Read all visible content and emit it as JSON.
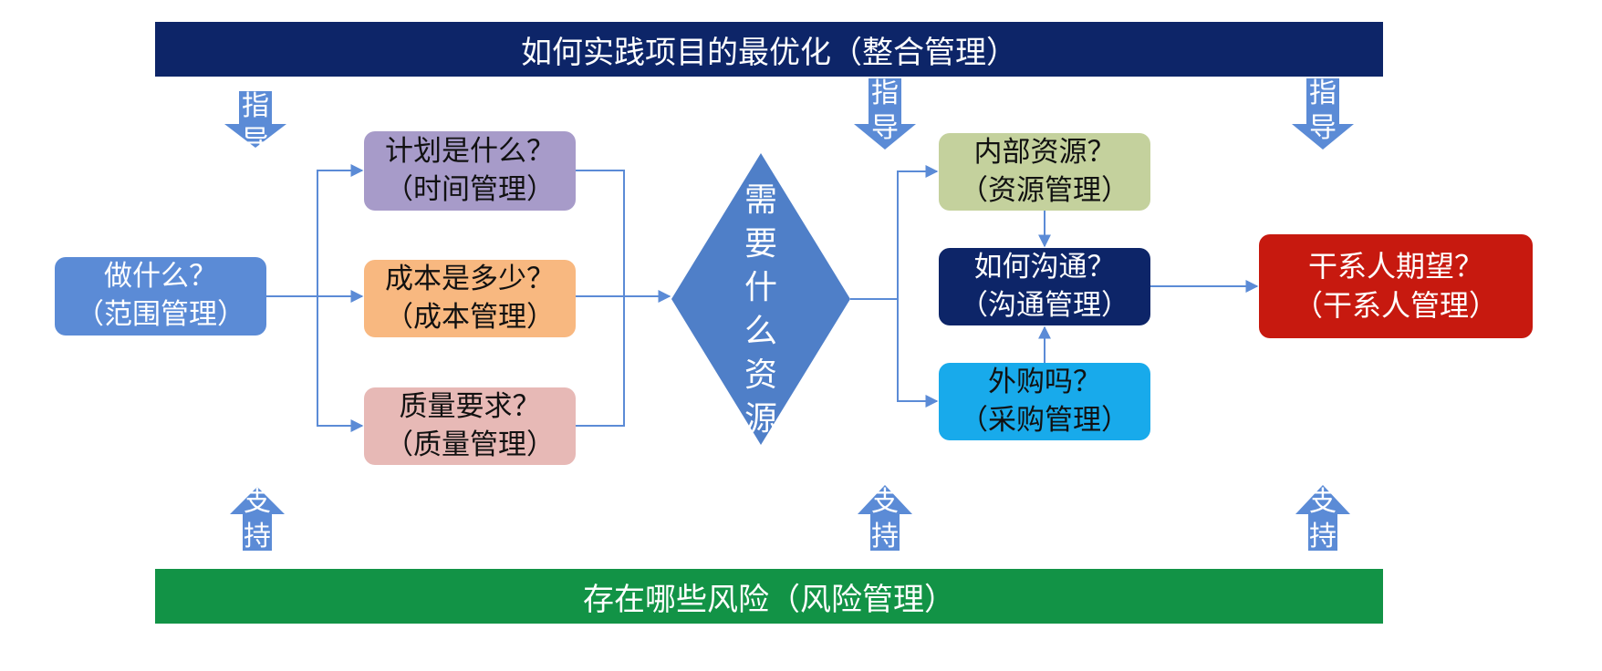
{
  "top_banner": "如何实践项目的最优化（整合管理）",
  "bottom_banner": "存在哪些风险（风险管理）",
  "guide_label": [
    "指",
    "导"
  ],
  "support_label": [
    "支",
    "持"
  ],
  "boxes": {
    "scope": [
      "做什么？",
      "（范围管理）"
    ],
    "plan": [
      "计划是什么？",
      "（时间管理）"
    ],
    "cost": [
      "成本是多少？",
      "（成本管理）"
    ],
    "quality": [
      "质量要求？",
      "（质量管理）"
    ],
    "internal": [
      "内部资源？",
      "（资源管理）"
    ],
    "communication": [
      "如何沟通？",
      "（沟通管理）"
    ],
    "procurement": [
      "外购吗？",
      "（采购管理）"
    ],
    "stakeholder": [
      "干系人期望？",
      "（干系人管理）"
    ]
  },
  "diamond": [
    "需",
    "要",
    "什",
    "么",
    "资",
    "源"
  ],
  "colors": {
    "top_banner": "#0d2568",
    "bottom_banner": "#129346",
    "arrow": "#5b8bd6",
    "connector": "#5b8bd6",
    "scope": "#5b8bd6",
    "plan": "#a79bc9",
    "cost": "#f8b880",
    "quality": "#e7b9b6",
    "internal": "#c4d19d",
    "communication": "#0d2568",
    "procurement": "#18aaeb",
    "stakeholder": "#c7190f",
    "diamond": "#4f7fc8"
  }
}
